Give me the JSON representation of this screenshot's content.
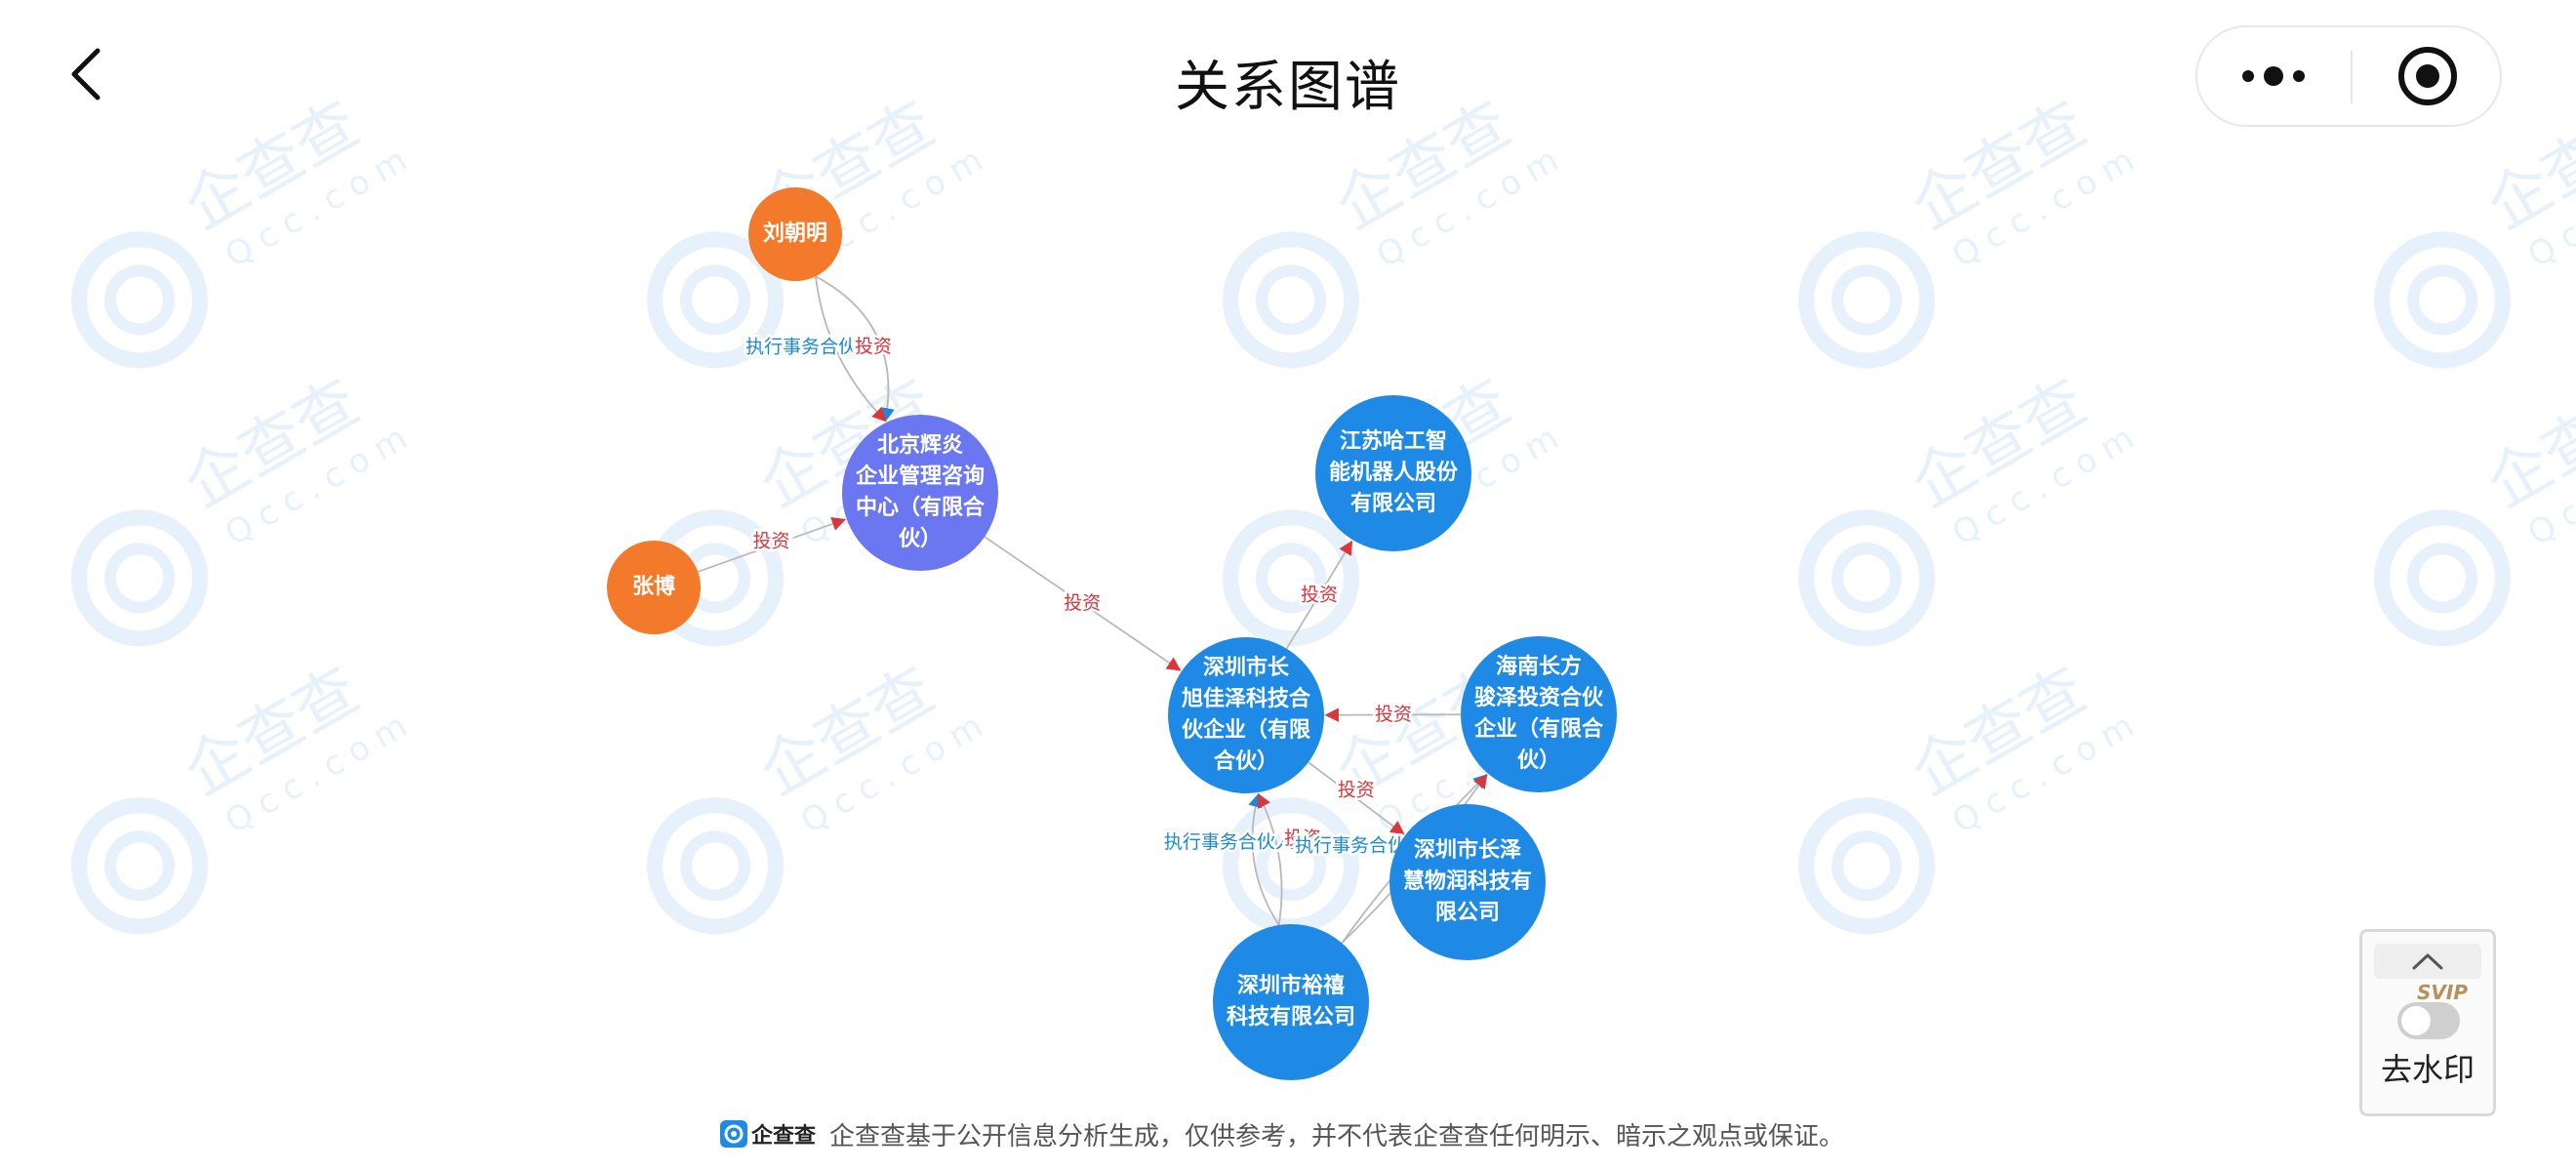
{
  "header": {
    "title": "关系图谱"
  },
  "graph": {
    "nodes": [
      {
        "id": "liuchaoming",
        "label": [
          "刘朝明"
        ],
        "kind": "person",
        "color": "#f47a2b"
      },
      {
        "id": "zhangbo",
        "label": [
          "张博"
        ],
        "kind": "person",
        "color": "#f47a2b"
      },
      {
        "id": "beijing_huiyan",
        "label": [
          "北京辉炎",
          "企业管理咨询",
          "中心（有限合",
          "伙）"
        ],
        "kind": "focus",
        "color": "#6b77f0"
      },
      {
        "id": "jiangsu_hagong",
        "label": [
          "江苏哈工智",
          "能机器人股份",
          "有限公司"
        ],
        "kind": "company",
        "color": "#1f8ae6"
      },
      {
        "id": "shenzhen_changxu",
        "label": [
          "深圳市长",
          "旭佳泽科技合",
          "伙企业（有限",
          "合伙）"
        ],
        "kind": "company",
        "color": "#1f8ae6"
      },
      {
        "id": "hainan_changfang",
        "label": [
          "海南长方",
          "骏泽投资合伙",
          "企业（有限合",
          "伙）"
        ],
        "kind": "company",
        "color": "#1f8ae6"
      },
      {
        "id": "shenzhen_changze",
        "label": [
          "深圳市长泽",
          "慧物润科技有",
          "限公司"
        ],
        "kind": "company",
        "color": "#1f8ae6"
      },
      {
        "id": "shenzhen_yuxi",
        "label": [
          "深圳市裕禧",
          "科技有限公司"
        ],
        "kind": "company",
        "color": "#1f8ae6"
      }
    ],
    "edges": [
      {
        "from": "liuchaoming",
        "to": "beijing_huiyan",
        "label": "执行事务合伙人",
        "type": "executive"
      },
      {
        "from": "liuchaoming",
        "to": "beijing_huiyan",
        "label": "投资",
        "type": "invest"
      },
      {
        "from": "zhangbo",
        "to": "beijing_huiyan",
        "label": "投资",
        "type": "invest"
      },
      {
        "from": "beijing_huiyan",
        "to": "shenzhen_changxu",
        "label": "投资",
        "type": "invest"
      },
      {
        "from": "shenzhen_changxu",
        "to": "jiangsu_hagong",
        "label": "投资",
        "type": "invest"
      },
      {
        "from": "hainan_changfang",
        "to": "shenzhen_changxu",
        "label": "投资",
        "type": "invest"
      },
      {
        "from": "shenzhen_changxu",
        "to": "shenzhen_changze",
        "label": "投资",
        "type": "invest"
      },
      {
        "from": "shenzhen_yuxi",
        "to": "shenzhen_changxu",
        "label": "执行事务合伙人",
        "type": "executive"
      },
      {
        "from": "shenzhen_yuxi",
        "to": "shenzhen_changxu",
        "label": "投资",
        "type": "invest"
      },
      {
        "from": "shenzhen_yuxi",
        "to": "hainan_changfang",
        "label": "执行事务合伙人",
        "type": "executive"
      },
      {
        "from": "shenzhen_yuxi",
        "to": "hainan_changfang",
        "label": "投资",
        "type": "invest"
      }
    ],
    "colors": {
      "invest_label": "#d9363e",
      "executive_label": "#1e88d6",
      "edge_line": "#b9b9b9"
    }
  },
  "watermark_panel": {
    "badge": "SVIP",
    "label": "去水印"
  },
  "footer": {
    "brand": "企查查",
    "disclaimer": "企查查基于公开信息分析生成，仅供参考，并不代表企查查任何明示、暗示之观点或保证。"
  },
  "watermark": {
    "brand": "企查查",
    "domain": "Qcc.com"
  }
}
